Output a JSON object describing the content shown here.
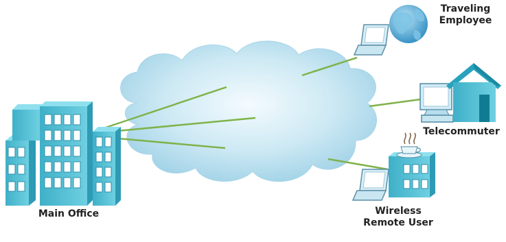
{
  "labels": {
    "main_office": "Main Office",
    "traveling_employee": [
      "Traveling",
      "Employee"
    ],
    "telecommuter": "Telecommuter",
    "wireless_remote_user": [
      "Wireless",
      "Remote User"
    ]
  },
  "colors": {
    "link": "#7fb24a",
    "cloud": "#bfe3f1",
    "building": "#5cc3d6",
    "text": "#222222"
  },
  "icons": [
    "cloud-icon",
    "office-building-icon",
    "laptop-icon",
    "globe-icon",
    "desktop-computer-icon",
    "house-icon",
    "coffee-shop-icon"
  ]
}
